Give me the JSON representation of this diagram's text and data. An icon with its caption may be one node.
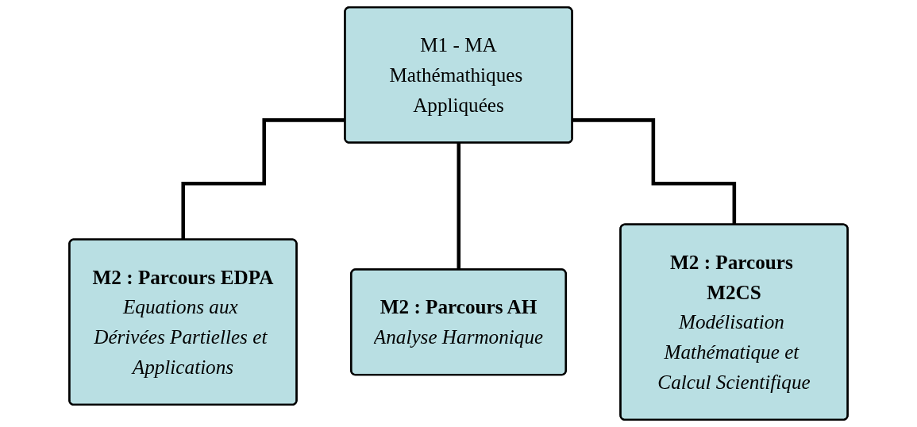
{
  "diagram": {
    "nodes": [
      {
        "text": [
          "M1 - MA",
          "Mathémathiques Appliquées"
        ]
      },
      {
        "text": [
          "M2 : Parcours EDPA",
          "Equations aux Dérivées Partielles et Applications"
        ]
      },
      {
        "text": [
          "M2 : Parcours AH",
          "Analyse Harmonique"
        ]
      },
      {
        "text": [
          "M2 : Parcours M2CS",
          "Modélisation Mathématique et Calcul Scientifique"
        ]
      }
    ],
    "edges": [
      {
        "from": 0,
        "to": 1,
        "arrow": "none"
      },
      {
        "from": 0,
        "to": 2,
        "arrow": "none"
      },
      {
        "from": 0,
        "to": 3,
        "arrow": "none"
      }
    ]
  }
}
